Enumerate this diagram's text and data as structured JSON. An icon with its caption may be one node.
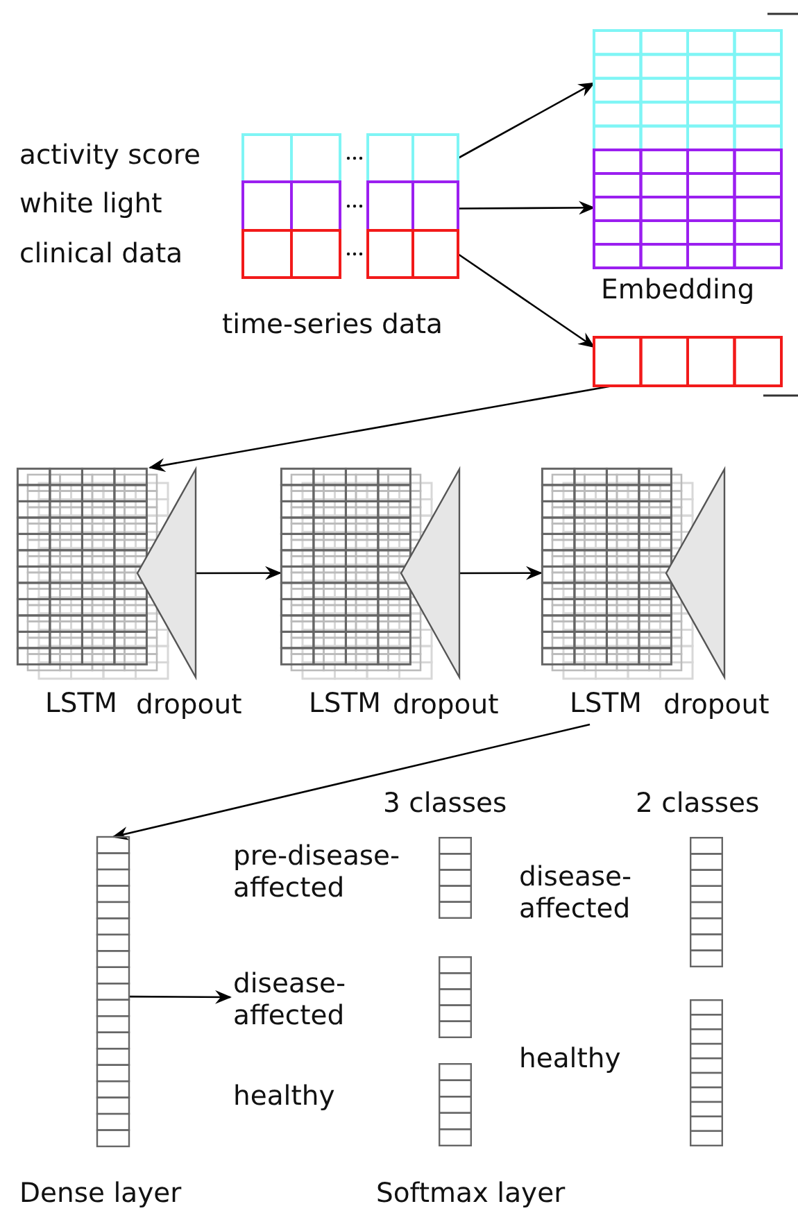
{
  "diagram": {
    "nodes": [
      {
        "text": [],
        "shape": "box",
        "beside": [
          "activity score"
        ]
      },
      {
        "text": [],
        "shape": "box",
        "beside": [
          "white light"
        ]
      },
      {
        "text": [],
        "shape": "box",
        "beside": [
          "clinical data"
        ]
      },
      {
        "text": [],
        "shape": "box"
      },
      {
        "text": [],
        "shape": "box"
      },
      {
        "text": [],
        "shape": "box"
      },
      {
        "text": [
          "LSTM"
        ]
      },
      {
        "text": [],
        "shape": "triangle",
        "beside": [
          "dropout"
        ]
      },
      {
        "text": [
          "LSTM"
        ]
      },
      {
        "text": [],
        "shape": "triangle",
        "beside": [
          "dropout"
        ]
      },
      {
        "text": [
          "LSTM"
        ]
      },
      {
        "text": [],
        "shape": "triangle",
        "beside": [
          "dropout"
        ]
      },
      {
        "text": [],
        "shape": "bar",
        "beside": [
          "Dense layer"
        ]
      },
      {
        "text": [
          "pre-disease-affected"
        ]
      },
      {
        "text": [
          "disease-affected"
        ]
      },
      {
        "text": [
          "healthy"
        ]
      },
      {
        "text": [
          "disease-affected"
        ]
      },
      {
        "text": [
          "healthy"
        ]
      }
    ],
    "edges": [
      {
        "from": 0,
        "to": 3,
        "arrow": "to"
      },
      {
        "from": 1,
        "to": 4,
        "arrow": "to"
      },
      {
        "from": 2,
        "to": 5,
        "arrow": "to"
      },
      {
        "from": 5,
        "to": 6,
        "arrow": "to"
      },
      {
        "from": 7,
        "to": 8,
        "arrow": "to"
      },
      {
        "from": 9,
        "to": 10,
        "arrow": "to"
      },
      {
        "from": 10,
        "to": 12,
        "arrow": "to"
      },
      {
        "from": 12,
        "to": 14,
        "arrow": "to"
      }
    ],
    "labels": [
      "time-series data",
      "Embedding",
      "3 classes",
      "2 classes",
      "Softmax layer"
    ]
  }
}
